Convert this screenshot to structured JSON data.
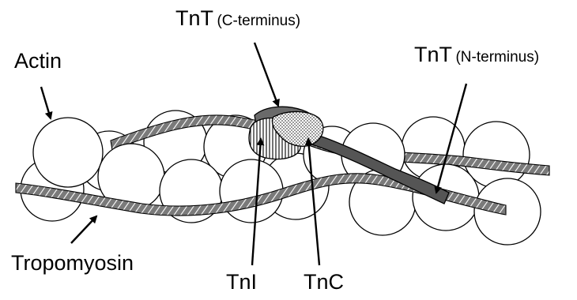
{
  "labels": {
    "actin": "Actin",
    "tropomyosin": "Tropomyosin",
    "tnt": "TnT",
    "tnt_c_suffix": "(C-terminus)",
    "tnt_n_suffix": "(N-terminus)",
    "tni": "TnI",
    "tnc": "TnC"
  },
  "colors": {
    "line": "#000000",
    "background": "#ffffff",
    "tnt_fill": "#555555",
    "strand_fill": "#777777"
  }
}
